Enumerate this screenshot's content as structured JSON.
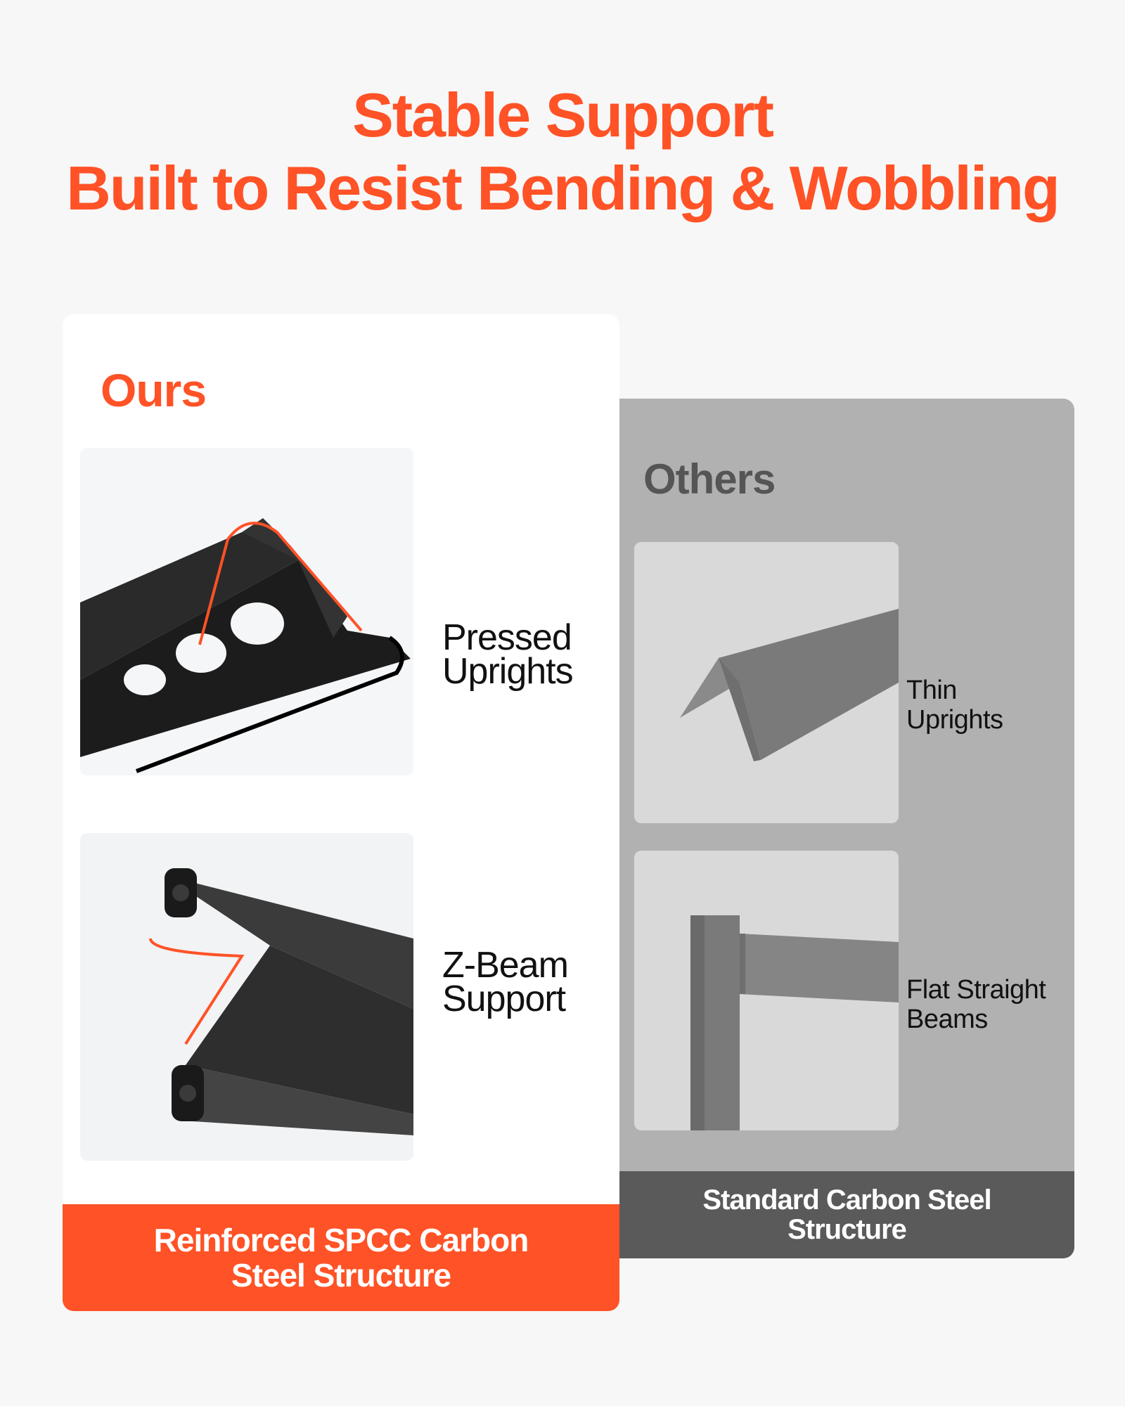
{
  "headline": {
    "line1": "Stable Support",
    "line2": "Built to Resist Bending & Wobbling"
  },
  "ours": {
    "title": "Ours",
    "features": [
      {
        "line1": "Pressed",
        "line2": "Uprights",
        "image": "pressed-upright-image"
      },
      {
        "line1": "Z-Beam",
        "line2": "Support",
        "image": "z-beam-image"
      }
    ],
    "footer": {
      "line1": "Reinforced SPCC Carbon",
      "line2": "Steel Structure"
    }
  },
  "others": {
    "title": "Others",
    "features": [
      {
        "line1": "Thin",
        "line2": "Uprights",
        "image": "thin-upright-image"
      },
      {
        "line1": "Flat Straight",
        "line2": "Beams",
        "image": "flat-beam-image"
      }
    ],
    "footer": {
      "line1": "Standard Carbon Steel",
      "line2": "Structure"
    }
  },
  "colors": {
    "accent": "#ff5226",
    "background": "#f7f7f7",
    "others_panel": "#b1b1b1",
    "others_footer": "#5a5a5a"
  }
}
